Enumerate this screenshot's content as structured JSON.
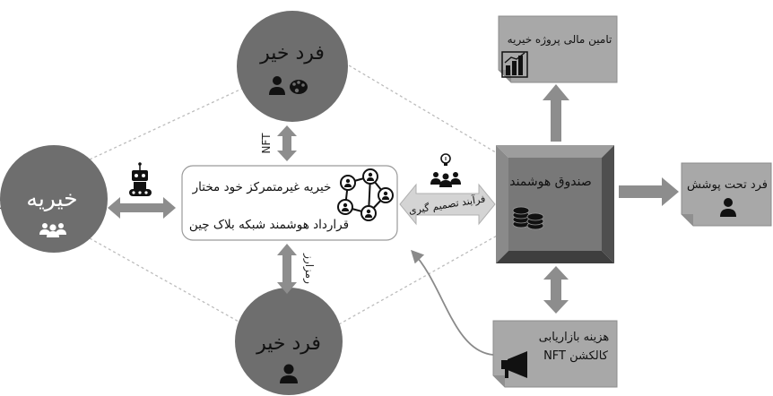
{
  "diagram": {
    "donor_top": {
      "label": "فرد خیر",
      "icons": [
        "person-icon",
        "palette-icon"
      ]
    },
    "donor_bottom": {
      "label": "فرد خیر",
      "icons": [
        "person-icon"
      ]
    },
    "charity": {
      "label": "خیریه",
      "icons": [
        "people-group-icon"
      ]
    },
    "dao": {
      "title": "خیریه غیرمتمرکز خود مختار",
      "subtitle": "قرارداد هوشمند شبکه بلاک چین",
      "icons": [
        "network-people-icon"
      ]
    },
    "links": {
      "top_label": "NFT",
      "bottom_label": "رمزارز",
      "decision_label": "فرآیند تصمیم گیری",
      "charity_link_icon": "robot-icon",
      "decision_icon": "group-lightbulb-icon"
    },
    "smart_fund": {
      "label": "صندوق هوشمند",
      "icons": [
        "coins-icon"
      ]
    },
    "project_funding": {
      "label": "تامین مالی پروژه خیریه",
      "icons": [
        "bar-chart-icon"
      ]
    },
    "beneficiary": {
      "label": "فرد تحت پوشش",
      "icons": [
        "person-icon"
      ]
    },
    "marketing": {
      "line1": "هزینه بازاریابی",
      "line2": "کالکشن NFT",
      "icons": [
        "megaphone-icon"
      ]
    }
  },
  "colors": {
    "circle_fill": "#6e6e6e",
    "box_fill": "#a8a8a8",
    "box_fold": "#8f8f8f",
    "arrow_fill": "#8d8d8d",
    "decision_arrow_fill": "#d4d4d4",
    "smart_fund_fill": "#787878",
    "dotted_line": "#bcbcbc",
    "dao_box_fill": "#ffffff",
    "dao_box_border": "#9a9a9a",
    "curve_line": "#8a8a8a"
  }
}
